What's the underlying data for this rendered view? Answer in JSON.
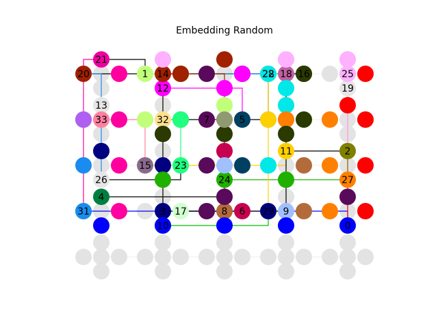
{
  "chart_data": {
    "type": "graph",
    "title": "Embedding Random",
    "grid": {
      "columns": 5,
      "rows": 5,
      "ghost_color": "#e3e3e3",
      "cluster_offsets": [
        [
          0,
          -1
        ],
        [
          -1,
          0
        ],
        [
          0,
          0
        ],
        [
          1,
          0
        ],
        [
          0,
          1
        ]
      ]
    },
    "nodes": [
      {
        "id": "0",
        "color": "#0000ff",
        "cell": [
          4,
          3
        ],
        "slot": 4,
        "show_label": true
      },
      {
        "id": "1",
        "color": "#c1ff7a",
        "cell": [
          1,
          0
        ],
        "slot": 1,
        "show_label": true
      },
      {
        "id": "2",
        "color": "#808000",
        "cell": [
          4,
          2
        ],
        "slot": 0,
        "show_label": true
      },
      {
        "id": "3",
        "color": "#000080",
        "cell": [
          1,
          3
        ],
        "slot": 2,
        "show_label": true
      },
      {
        "id": "4",
        "color": "#008040",
        "cell": [
          0,
          3
        ],
        "slot": 0,
        "show_label": true
      },
      {
        "id": "5",
        "color": "#004060",
        "cell": [
          2,
          1
        ],
        "slot": 3,
        "show_label": true
      },
      {
        "id": "6",
        "color": "#c80050",
        "cell": [
          2,
          3
        ],
        "slot": 3,
        "show_label": true
      },
      {
        "id": "7",
        "color": "#5a0a5a",
        "cell": [
          2,
          1
        ],
        "slot": 1,
        "show_label": true
      },
      {
        "id": "8",
        "color": "#b36b3b",
        "cell": [
          2,
          3
        ],
        "slot": 2,
        "show_label": true
      },
      {
        "id": "9",
        "color": "#a0c0ff",
        "cell": [
          3,
          3
        ],
        "slot": 2,
        "show_label": true
      },
      {
        "id": "10",
        "color": "#00c000",
        "cell": [
          1,
          3
        ],
        "slot": 4,
        "show_label": true
      },
      {
        "id": "11",
        "color": "#ffd000",
        "cell": [
          3,
          2
        ],
        "slot": 0,
        "show_label": true
      },
      {
        "id": "12",
        "color": "#ff00ff",
        "cell": [
          1,
          0
        ],
        "slot": 4,
        "show_label": true
      },
      {
        "id": "13",
        "color": "#e6e6e6",
        "cell": [
          0,
          1
        ],
        "slot": 0,
        "show_label": true
      },
      {
        "id": "14",
        "color": "#a02000",
        "cell": [
          1,
          0
        ],
        "slot": 2,
        "show_label": true
      },
      {
        "id": "15",
        "color": "#8a6a8a",
        "cell": [
          1,
          2
        ],
        "slot": 1,
        "show_label": true
      },
      {
        "id": "16",
        "color": "#2a3a00",
        "cell": [
          3,
          0
        ],
        "slot": 3,
        "show_label": true
      },
      {
        "id": "17",
        "color": "#d0ffd0",
        "cell": [
          1,
          3
        ],
        "slot": 3,
        "show_label": true
      },
      {
        "id": "18",
        "color": "#c060a0",
        "cell": [
          3,
          0
        ],
        "slot": 2,
        "show_label": true
      },
      {
        "id": "19",
        "color": "#e6e6e6",
        "cell": [
          4,
          0
        ],
        "slot": 4,
        "show_label": true
      },
      {
        "id": "20",
        "color": "#a02000",
        "cell": [
          0,
          0
        ],
        "slot": 1,
        "show_label": true
      },
      {
        "id": "21",
        "color": "#f000a0",
        "cell": [
          0,
          0
        ],
        "slot": 0,
        "show_label": true
      },
      {
        "id": "22",
        "color": "#ffd000",
        "cell": [
          3,
          0
        ],
        "slot": 1,
        "show_label": true
      },
      {
        "id": "23",
        "color": "#20ff80",
        "cell": [
          1,
          2
        ],
        "slot": 3,
        "show_label": true
      },
      {
        "id": "24",
        "color": "#20b000",
        "cell": [
          2,
          2
        ],
        "slot": 4,
        "show_label": true
      },
      {
        "id": "25",
        "color": "#ffb0ff",
        "cell": [
          4,
          0
        ],
        "slot": 2,
        "show_label": true
      },
      {
        "id": "26",
        "color": "#e6e6e6",
        "cell": [
          0,
          2
        ],
        "slot": 4,
        "show_label": true
      },
      {
        "id": "27",
        "color": "#ff8000",
        "cell": [
          4,
          2
        ],
        "slot": 4,
        "show_label": true
      },
      {
        "id": "28",
        "color": "#00e8e8",
        "cell": [
          3,
          0
        ],
        "slot": 1,
        "show_label": true
      },
      {
        "id": "29",
        "color": "#e0ff20",
        "cell": [
          3,
          3
        ],
        "slot": 1,
        "show_label": true
      },
      {
        "id": "30",
        "color": "#ff90c0",
        "cell": [
          2,
          3
        ],
        "slot": 1,
        "show_label": false
      },
      {
        "id": "31",
        "color": "#20ff00",
        "cell": [
          0,
          3
        ],
        "slot": 1,
        "show_label": true
      },
      {
        "id": "32",
        "color": "#ffe090",
        "cell": [
          1,
          1
        ],
        "slot": 2,
        "show_label": true
      },
      {
        "id": "33",
        "color": "#ff80a0",
        "cell": [
          0,
          1
        ],
        "slot": 2,
        "show_label": true
      },
      {
        "id": "34",
        "color": "#1a8cf0",
        "cell": [
          0,
          1
        ],
        "slot": 1,
        "show_label": false
      },
      {
        "id": "35",
        "color": "#b060f0",
        "cell": [
          0,
          1
        ],
        "slot": 1,
        "show_label": false
      },
      {
        "id": "36",
        "color": "#ff00a0",
        "cell": [
          0,
          1
        ],
        "slot": 3,
        "show_label": false
      },
      {
        "id": "37",
        "color": "#1a8cf0",
        "cell": [
          0,
          2
        ],
        "slot": 1,
        "show_label": false
      },
      {
        "id": "38",
        "color": "#000080",
        "cell": [
          0,
          2
        ],
        "slot": 0,
        "show_label": false
      },
      {
        "id": "39",
        "color": "#ff00a0",
        "cell": [
          0,
          2
        ],
        "slot": 3,
        "show_label": false
      },
      {
        "id": "40",
        "color": "#1a8cf0",
        "cell": [
          0,
          3
        ],
        "slot": 1,
        "show_label": false
      },
      {
        "id": "41",
        "color": "#0000ff",
        "cell": [
          0,
          3
        ],
        "slot": 4,
        "show_label": false
      },
      {
        "id": "42",
        "color": "#ff00a0",
        "cell": [
          0,
          3
        ],
        "slot": 3,
        "show_label": false
      },
      {
        "id": "43",
        "color": "#ff00a0",
        "cell": [
          0,
          0
        ],
        "slot": 3,
        "show_label": false
      },
      {
        "id": "44",
        "color": "#c1ff7a",
        "cell": [
          1,
          1
        ],
        "slot": 1,
        "show_label": false
      },
      {
        "id": "45",
        "color": "#2a3a00",
        "cell": [
          1,
          1
        ],
        "slot": 4,
        "show_label": false
      },
      {
        "id": "46",
        "color": "#20b000",
        "cell": [
          1,
          1
        ],
        "slot": 3,
        "show_label": false
      },
      {
        "id": "47",
        "color": "#20ff80",
        "cell": [
          1,
          1
        ],
        "slot": 3,
        "show_label": false
      },
      {
        "id": "48",
        "color": "#20b000",
        "cell": [
          1,
          0
        ],
        "slot": 3,
        "show_label": false
      },
      {
        "id": "49",
        "color": "#ffb0ff",
        "cell": [
          1,
          0
        ],
        "slot": 0,
        "show_label": false
      },
      {
        "id": "50",
        "color": "#a02000",
        "cell": [
          1,
          0
        ],
        "slot": 3,
        "show_label": false
      },
      {
        "id": "51",
        "color": "#000080",
        "cell": [
          1,
          2
        ],
        "slot": 2,
        "show_label": false
      },
      {
        "id": "52",
        "color": "#20b000",
        "cell": [
          1,
          2
        ],
        "slot": 4,
        "show_label": false
      },
      {
        "id": "53",
        "color": "#0000ff",
        "cell": [
          1,
          3
        ],
        "slot": 4,
        "show_label": false
      },
      {
        "id": "54",
        "color": "#a02000",
        "cell": [
          2,
          0
        ],
        "slot": 0,
        "show_label": false
      },
      {
        "id": "55",
        "color": "#5a0a5a",
        "cell": [
          2,
          0
        ],
        "slot": 1,
        "show_label": false
      },
      {
        "id": "56",
        "color": "#004060",
        "cell": [
          2,
          0
        ],
        "slot": 3,
        "show_label": false
      },
      {
        "id": "57",
        "color": "#ff00ff",
        "cell": [
          2,
          0
        ],
        "slot": 4,
        "show_label": false
      },
      {
        "id": "58",
        "color": "#ff00ff",
        "cell": [
          2,
          0
        ],
        "slot": 3,
        "show_label": false
      },
      {
        "id": "59",
        "color": "#c1ff7a",
        "cell": [
          2,
          1
        ],
        "slot": 0,
        "show_label": false
      },
      {
        "id": "60",
        "color": "#2a3a00",
        "cell": [
          2,
          1
        ],
        "slot": 4,
        "show_label": false
      },
      {
        "id": "61",
        "color": "#909a70",
        "cell": [
          2,
          1
        ],
        "slot": 2,
        "show_label": false
      },
      {
        "id": "62",
        "color": "#c80050",
        "cell": [
          2,
          2
        ],
        "slot": 0,
        "show_label": false
      },
      {
        "id": "63",
        "color": "#5a0a5a",
        "cell": [
          2,
          2
        ],
        "slot": 1,
        "show_label": false
      },
      {
        "id": "64",
        "color": "#a0c0ff",
        "cell": [
          2,
          2
        ],
        "slot": 2,
        "show_label": false
      },
      {
        "id": "65",
        "color": "#004060",
        "cell": [
          2,
          2
        ],
        "slot": 3,
        "show_label": false
      },
      {
        "id": "66",
        "color": "#5a0a5a",
        "cell": [
          2,
          3
        ],
        "slot": 0,
        "show_label": false
      },
      {
        "id": "67",
        "color": "#5a0a5a",
        "cell": [
          2,
          3
        ],
        "slot": 1,
        "show_label": false
      },
      {
        "id": "68",
        "color": "#0000ff",
        "cell": [
          2,
          3
        ],
        "slot": 4,
        "show_label": false
      },
      {
        "id": "69",
        "color": "#ffb0ff",
        "cell": [
          3,
          0
        ],
        "slot": 0,
        "show_label": false
      },
      {
        "id": "70",
        "color": "#00e8e8",
        "cell": [
          3,
          0
        ],
        "slot": 4,
        "show_label": false
      },
      {
        "id": "71",
        "color": "#2a3a00",
        "cell": [
          3,
          0
        ],
        "slot": 3,
        "show_label": false
      },
      {
        "id": "72",
        "color": "#00e8e8",
        "cell": [
          3,
          1
        ],
        "slot": 0,
        "show_label": false
      },
      {
        "id": "73",
        "color": "#00e8e8",
        "cell": [
          3,
          1
        ],
        "slot": 1,
        "show_label": false
      },
      {
        "id": "74",
        "color": "#ffd000",
        "cell": [
          3,
          1
        ],
        "slot": 1,
        "show_label": false
      },
      {
        "id": "75",
        "color": "#c060a0",
        "cell": [
          3,
          1
        ],
        "slot": 2,
        "show_label": false
      },
      {
        "id": "76",
        "color": "#2a3a00",
        "cell": [
          3,
          1
        ],
        "slot": 3,
        "show_label": false
      },
      {
        "id": "77",
        "color": "#ff8000",
        "cell": [
          3,
          1
        ],
        "slot": 2,
        "show_label": false
      },
      {
        "id": "78",
        "color": "#2a3a00",
        "cell": [
          3,
          1
        ],
        "slot": 4,
        "show_label": false
      },
      {
        "id": "79",
        "color": "#00e8e8",
        "cell": [
          3,
          2
        ],
        "slot": 1,
        "show_label": false
      },
      {
        "id": "80",
        "color": "#b36b3b",
        "cell": [
          3,
          2
        ],
        "slot": 3,
        "show_label": false
      },
      {
        "id": "81",
        "color": "#20b000",
        "cell": [
          3,
          2
        ],
        "slot": 4,
        "show_label": false
      },
      {
        "id": "82",
        "color": "#0000ff",
        "cell": [
          3,
          3
        ],
        "slot": 4,
        "show_label": false
      },
      {
        "id": "83",
        "color": "#b36b3b",
        "cell": [
          3,
          3
        ],
        "slot": 3,
        "show_label": false
      },
      {
        "id": "84",
        "color": "#000080",
        "cell": [
          3,
          3
        ],
        "slot": 1,
        "show_label": false
      },
      {
        "id": "85",
        "color": "#ffb0ff",
        "cell": [
          4,
          0
        ],
        "slot": 0,
        "show_label": false
      },
      {
        "id": "86",
        "color": "#ff0000",
        "cell": [
          4,
          0
        ],
        "slot": 3,
        "show_label": false
      },
      {
        "id": "87",
        "color": "#ff0000",
        "cell": [
          4,
          1
        ],
        "slot": 0,
        "show_label": false
      },
      {
        "id": "88",
        "color": "#ff8000",
        "cell": [
          4,
          1
        ],
        "slot": 1,
        "show_label": false
      },
      {
        "id": "89",
        "color": "#909a70",
        "cell": [
          4,
          1
        ],
        "slot": 3,
        "show_label": false
      },
      {
        "id": "90",
        "color": "#ff0000",
        "cell": [
          4,
          1
        ],
        "slot": 3,
        "show_label": false
      },
      {
        "id": "91",
        "color": "#ff8000",
        "cell": [
          4,
          2
        ],
        "slot": 1,
        "show_label": false
      },
      {
        "id": "92",
        "color": "#ff0000",
        "cell": [
          4,
          2
        ],
        "slot": 3,
        "show_label": false
      },
      {
        "id": "93",
        "color": "#5a0a5a",
        "cell": [
          4,
          3
        ],
        "slot": 0,
        "show_label": false
      },
      {
        "id": "94",
        "color": "#ff8000",
        "cell": [
          4,
          3
        ],
        "slot": 1,
        "show_label": false
      },
      {
        "id": "95",
        "color": "#ff0000",
        "cell": [
          4,
          3
        ],
        "slot": 3,
        "show_label": false
      }
    ],
    "edges": [
      {
        "from": "20",
        "to": "28",
        "color": "#000000"
      },
      {
        "from": "21",
        "to": "1",
        "color": "#000000"
      },
      {
        "from": "14",
        "to": "16",
        "color": "#1a8cf0"
      },
      {
        "from": "12",
        "to": "5",
        "color": "#ff00ff"
      },
      {
        "from": "13",
        "to": "33",
        "color": "#000000"
      },
      {
        "from": "32",
        "to": "7",
        "color": "#000000"
      },
      {
        "from": "5",
        "to": "22",
        "color": "#000000"
      },
      {
        "from": "26",
        "to": "23",
        "color": "#000000"
      },
      {
        "from": "15",
        "to": "11",
        "color": "#ffd000"
      },
      {
        "from": "11",
        "to": "2",
        "color": "#000000"
      },
      {
        "from": "24",
        "to": "27",
        "color": "#20b000"
      },
      {
        "from": "4",
        "to": "8",
        "color": "#000000"
      },
      {
        "from": "10",
        "to": "29",
        "color": "#00c000"
      },
      {
        "from": "31",
        "to": "0",
        "color": "#0000ff"
      },
      {
        "from": "3",
        "to": "9",
        "color": "#000000"
      },
      {
        "from": "17",
        "to": "6",
        "color": "#000000"
      },
      {
        "from": "20",
        "to": "26",
        "color": "#1a8cf0"
      },
      {
        "from": "1",
        "to": "3",
        "color": "#c1ff7a"
      },
      {
        "from": "7",
        "to": "8",
        "color": "#5a0a5a"
      },
      {
        "from": "22",
        "to": "29",
        "color": "#ffd000"
      },
      {
        "from": "19",
        "to": "0",
        "color": "#ff0000"
      },
      {
        "from": "25",
        "to": "2",
        "color": "#ffb0ff"
      },
      {
        "from": "12",
        "to": "10",
        "color": "#000000"
      },
      {
        "from": "28",
        "to": "11",
        "color": "#00e8e8"
      },
      {
        "from": "16",
        "to": "9",
        "color": "#000000"
      },
      {
        "from": "21",
        "to": "31",
        "color": "#ff00a0"
      },
      {
        "from": "14",
        "to": "24",
        "color": "#a02000"
      },
      {
        "from": "2",
        "to": "27",
        "color": "#808000"
      },
      {
        "from": "32",
        "to": "23",
        "color": "#20ff80"
      },
      {
        "from": "33",
        "to": "15",
        "color": "#ff80a0"
      }
    ]
  }
}
